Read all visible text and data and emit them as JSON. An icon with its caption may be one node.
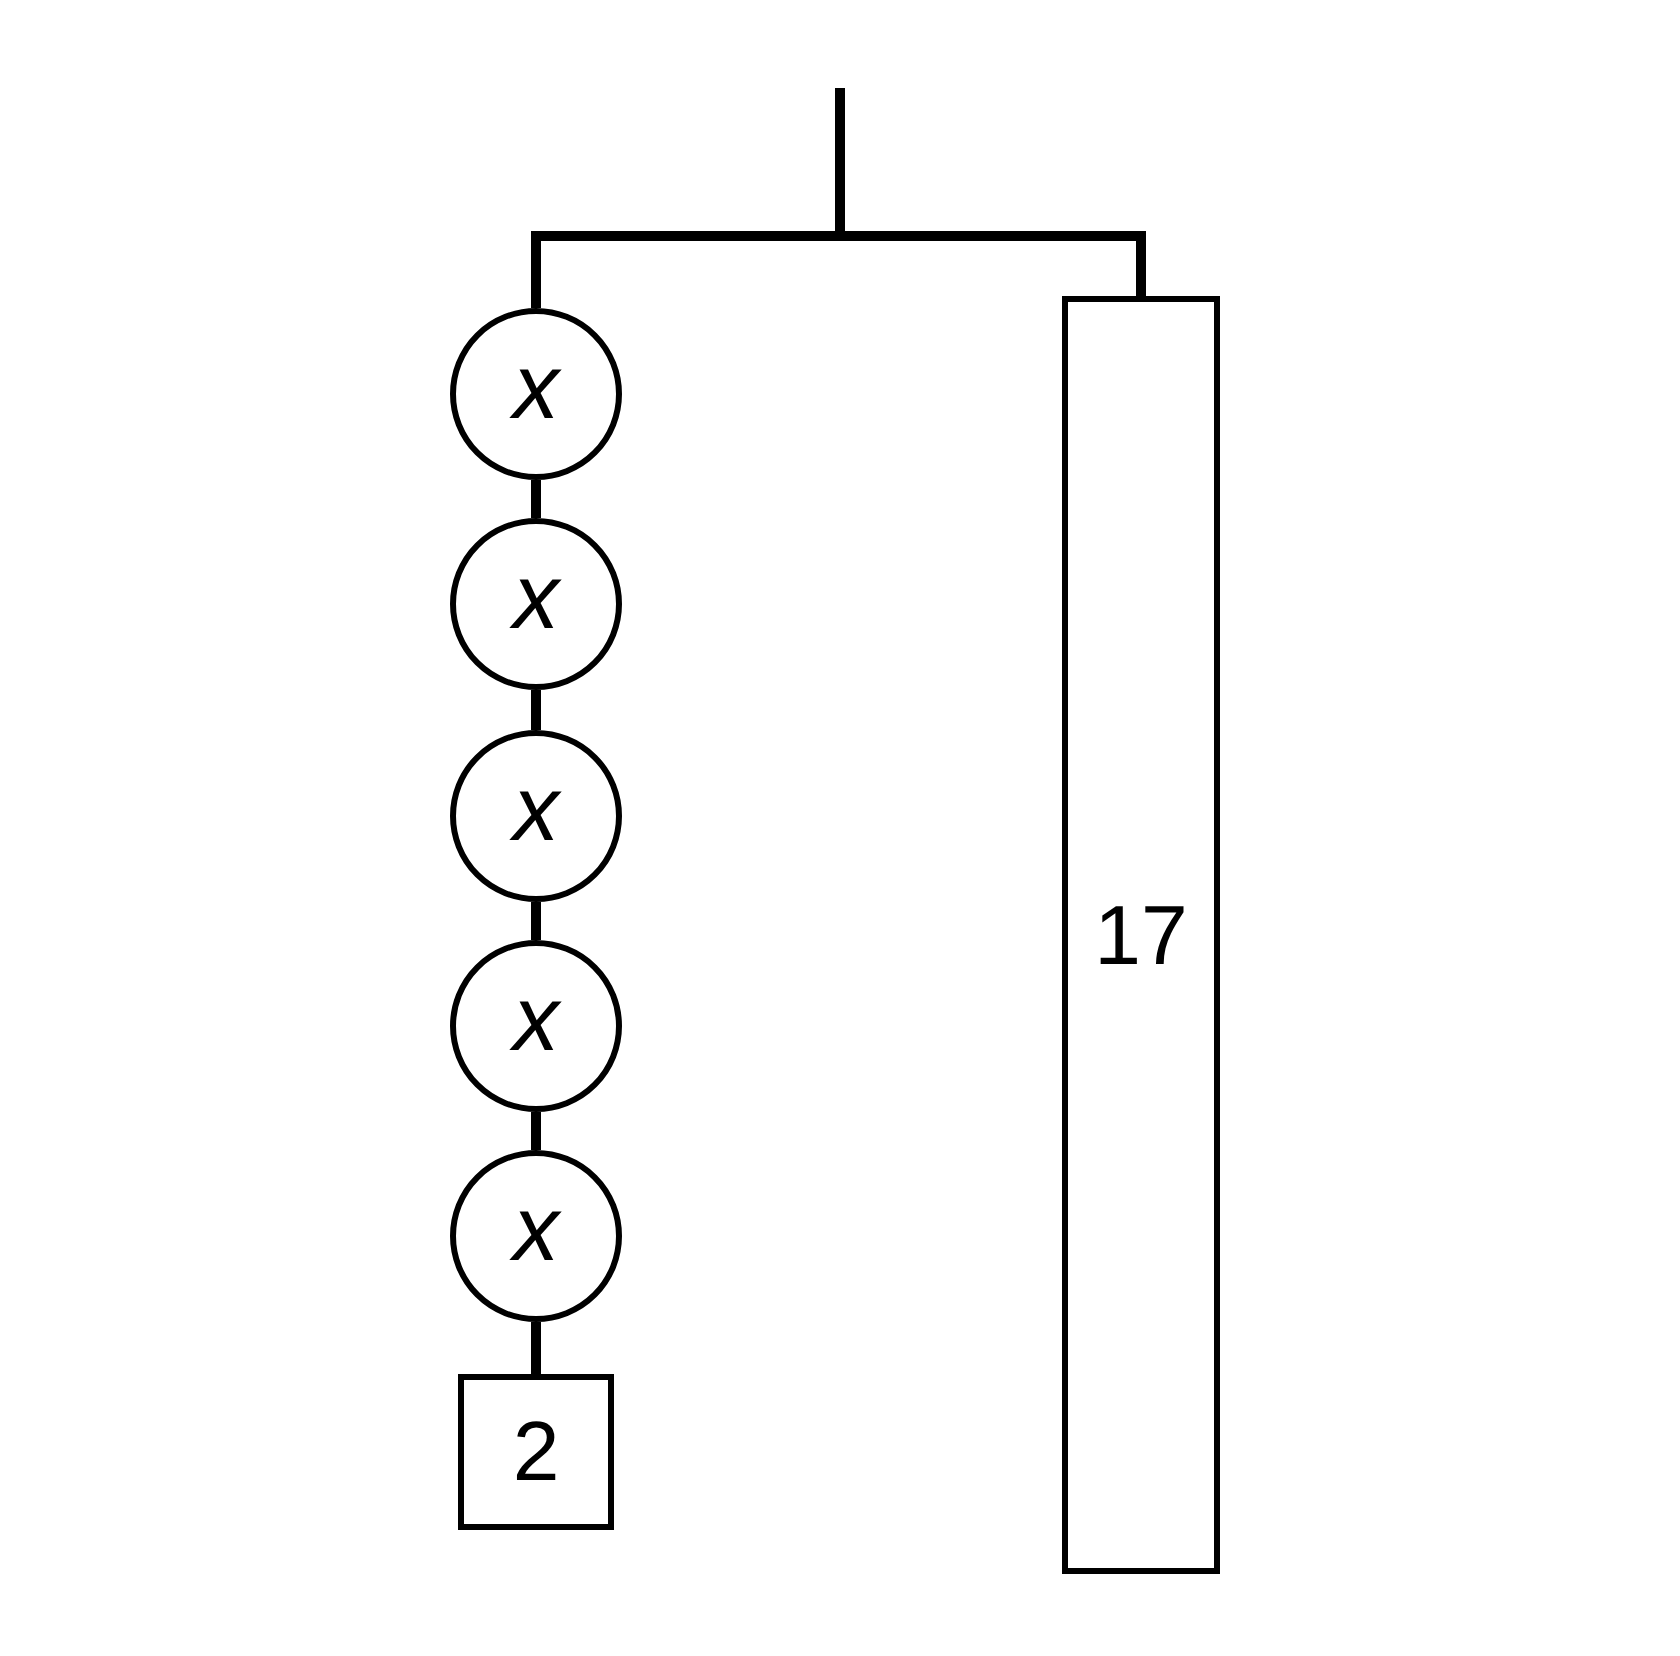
{
  "diagram": {
    "nodes": [
      {
        "text": [
          "x"
        ]
      },
      {
        "text": [
          "x"
        ]
      },
      {
        "text": [
          "x"
        ]
      },
      {
        "text": [
          "x"
        ]
      },
      {
        "text": [
          "x"
        ]
      },
      {
        "text": [
          "2"
        ]
      },
      {
        "text": [
          "17"
        ]
      }
    ],
    "edges": [
      {
        "from": null,
        "to": 0,
        "arrow": "none"
      },
      {
        "from": null,
        "to": 6,
        "arrow": "none"
      },
      {
        "from": 0,
        "to": 1,
        "arrow": "none"
      },
      {
        "from": 1,
        "to": 2,
        "arrow": "none"
      },
      {
        "from": 2,
        "to": 3,
        "arrow": "none"
      },
      {
        "from": 3,
        "to": 4,
        "arrow": "none"
      },
      {
        "from": 4,
        "to": 5,
        "arrow": "none"
      }
    ]
  }
}
